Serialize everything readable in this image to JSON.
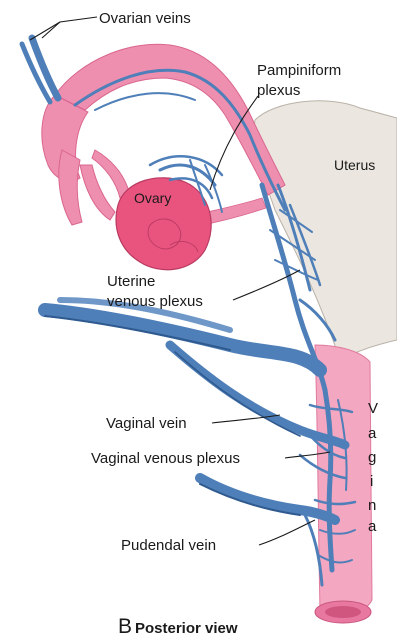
{
  "labels": {
    "ovarian_veins": "Ovarian veins",
    "pampiniform_line1": "Pampiniform",
    "pampiniform_line2": "plexus",
    "uterus": "Uterus",
    "ovary": "Ovary",
    "uterine_line1": "Uterine",
    "uterine_line2": "venous plexus",
    "vaginal_vein": "Vaginal vein",
    "vaginal_venous_plexus": "Vaginal venous plexus",
    "pudendal_vein": "Pudendal vein",
    "vagina_letters": [
      "V",
      "a",
      "g",
      "i",
      "n",
      "a"
    ],
    "panel_letter": "B",
    "view_caption": "Posterior view"
  },
  "colors": {
    "vein": "#4f7fb8",
    "vein_dark": "#2f5a8f",
    "tissue_pink": "#ef8fb0",
    "tissue_deep": "#e2628f",
    "ovary": "#e8547e",
    "uterus": "#ebe6df",
    "text": "#1a1a1a"
  }
}
